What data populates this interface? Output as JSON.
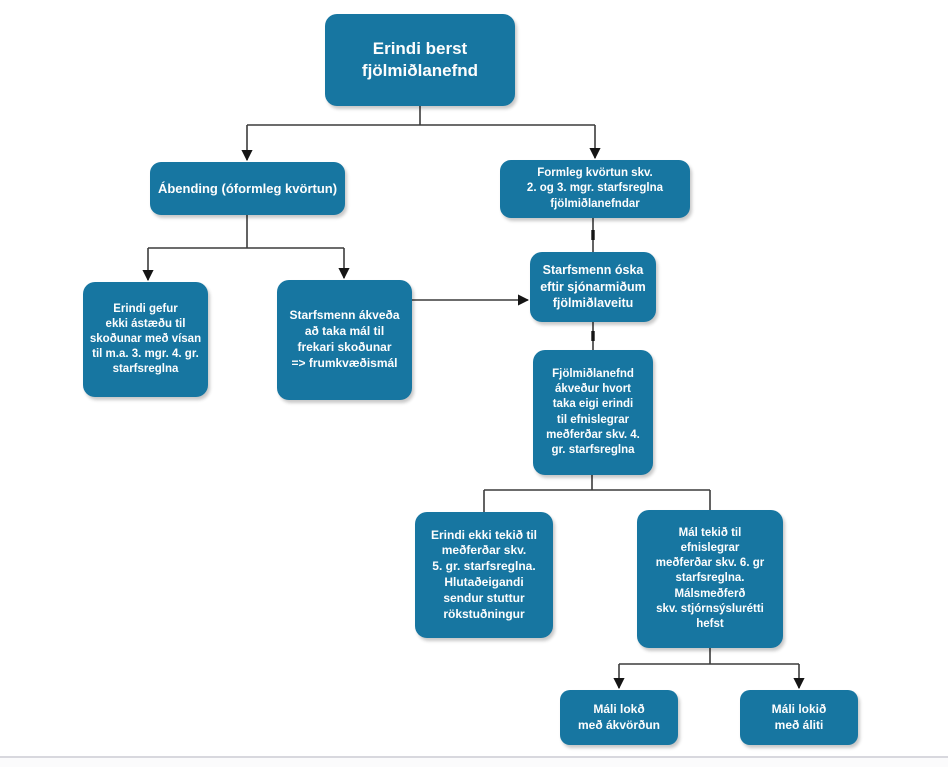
{
  "diagram": {
    "type": "flowchart",
    "colors": {
      "node_fill": "#1776A1",
      "node_text": "#FFFFFF",
      "connector_line": "#3C3C3C",
      "arrowhead": "#151515",
      "page_divider": "#D8D8DE",
      "background": "#FFFFFF"
    },
    "nodes": {
      "root": {
        "label": "Erindi berst\nfjölmiðlanefnd"
      },
      "abending": {
        "label": "Ábending (óformleg kvörtun)"
      },
      "formleg_kvortun": {
        "label": "Formleg kvörtun skv.\n2. og 3. mgr. starfsreglna\nfjölmiðlanefndar"
      },
      "erindi_gefur_ekki": {
        "label": "Erindi gefur\nekki ástæðu til\nskoðunar með vísan\ntil m.a. 3. mgr. 4. gr.\nstarfsreglna"
      },
      "starfsmenn_akveda": {
        "label": "Starfsmenn ákveða\nað taka mál til\nfrekari skoðunar\n=> frumkvæðismál"
      },
      "starfsmenn_oska": {
        "label": "Starfsmenn óska\neftir sjónarmiðum\nfjölmiðlaveitu"
      },
      "fjolmidlanefnd_akvedur": {
        "label": "Fjölmiðlanefnd\nákveður hvort\ntaka eigi erindi\ntil efnislegrar\nmeðferðar skv. 4.\ngr. starfsreglna"
      },
      "erindi_ekki_tekid": {
        "label": "Erindi ekki tekið til\nmeðferðar skv.\n5. gr. starfsreglna.\nHlutaðeigandi\nsendur stuttur\nrökstuðningur"
      },
      "mal_tekid": {
        "label": "Mál tekið til\nefnislegrar\nmeðferðar skv. 6. gr\nstarfsreglna.\nMálsmeðferð\nskv. stjórnsýslurétti\nhefst"
      },
      "mali_lokid_akvordun": {
        "label": "Máli lokð\nmeð ákvörðun"
      },
      "mali_lokid_aliti": {
        "label": "Máli lokið\nmeð áliti"
      }
    }
  }
}
